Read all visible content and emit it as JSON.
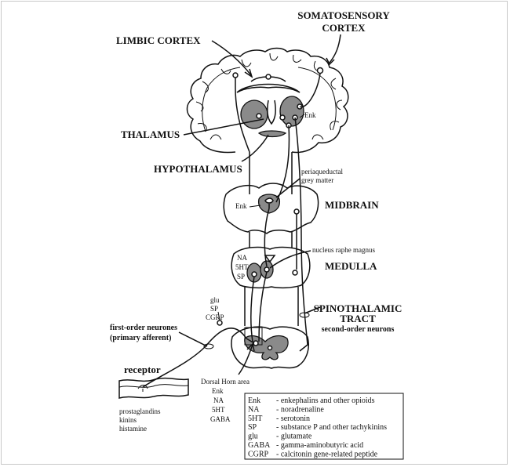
{
  "labels": {
    "somatosensory": [
      "SOMATOSENSORY",
      "CORTEX"
    ],
    "limbic": "LIMBIC CORTEX",
    "thalamus": "THALAMUS",
    "hypothalamus": "HYPOTHALAMUS",
    "enk_cortex": "Enk",
    "pag": [
      "periaqueductal",
      "grey matter"
    ],
    "enk_midbrain": "Enk",
    "midbrain": "MIDBRAIN",
    "nrm": "nucleus raphe magnus",
    "medulla_nt": [
      "NA",
      "5HT",
      "SP"
    ],
    "medulla": "MEDULLA",
    "spinothalamic": [
      "SPINOTHALAMIC",
      "TRACT",
      "second-order neurons"
    ],
    "afferent_nt": [
      "glu",
      "SP",
      "CGRP"
    ],
    "first_order": [
      "first-order neurones",
      "(primary afferent)"
    ],
    "receptor": "receptor",
    "mediators": [
      "prostaglandins",
      "kinins",
      "histamine"
    ],
    "dorsal_horn": [
      "Dorsal Horn area",
      "Enk",
      "NA",
      "5HT",
      "GABA"
    ]
  },
  "legend": [
    {
      "abbr": "Enk",
      "desc": "- enkephalins and other opioids"
    },
    {
      "abbr": "NA",
      "desc": "- noradrenaline"
    },
    {
      "abbr": "5HT",
      "desc": "- serotonin"
    },
    {
      "abbr": "SP",
      "desc": "- substance P and other tachykinins"
    },
    {
      "abbr": "glu",
      "desc": "- glutamate"
    },
    {
      "abbr": "GABA",
      "desc": "- gamma-aminobutyric acid"
    },
    {
      "abbr": "CGRP",
      "desc": "- calcitonin gene-related peptide"
    }
  ],
  "colors": {
    "gray_nucleus": "#8a8a8a",
    "line": "#111111",
    "background": "#ffffff"
  }
}
